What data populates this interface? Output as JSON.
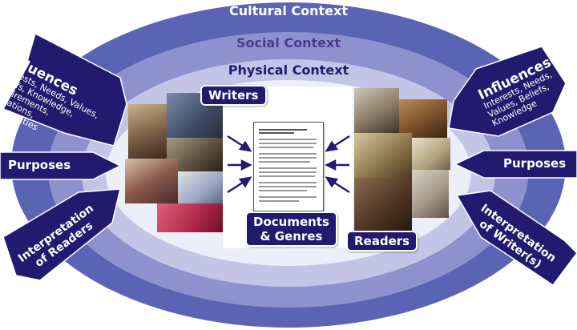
{
  "rings": {
    "cultural": "Cultural Context",
    "social": "Social Context",
    "physical": "Physical Context"
  },
  "center": {
    "writers": "Writers",
    "readers": "Readers",
    "documents_line1": "Documents",
    "documents_line2": "& Genres"
  },
  "left": {
    "influences": {
      "title": "Influences",
      "lines": [
        "Interests, Needs, Values,",
        "Beliefs, Knowledge,",
        "Requirements,",
        "Limitations,",
        "Opportunities"
      ]
    },
    "purposes": "Purposes",
    "interpretation": [
      "Interpretation",
      "of Readers"
    ]
  },
  "right": {
    "influences": {
      "title": "Influences",
      "lines": [
        "Interests, Needs,",
        "Values, Beliefs,",
        "Knowledge"
      ]
    },
    "purposes": "Purposes",
    "interpretation": [
      "Interpretation",
      "of Writer(s)"
    ]
  },
  "colors": {
    "ring_outer": "#5b64b4",
    "ring_mid": "#8d92cf",
    "ring_inner": "#c2c5e6",
    "ring_center": "#eceefa",
    "navy": "#221a6e",
    "social_text": "#4a3a8e"
  }
}
